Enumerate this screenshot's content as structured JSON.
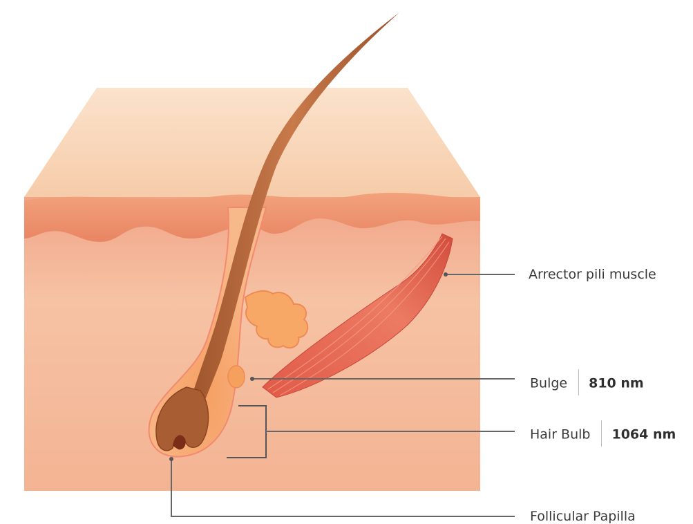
{
  "labels": {
    "arrector": {
      "name": "Arrector pili muscle"
    },
    "bulge": {
      "name": "Bulge",
      "wavelength": "810 nm"
    },
    "hair_bulb": {
      "name": "Hair Bulb",
      "wavelength": "1064 nm"
    },
    "papilla": {
      "name": "Follicular Papilla"
    }
  },
  "colors": {
    "skin_top": "#f8d3b4",
    "epidermis": "#ef9f7c",
    "dermis": "#f4b99a",
    "hair": "#b8663a",
    "muscle": "#e46a55",
    "gland": "#f7a866",
    "leader": "#666666"
  }
}
